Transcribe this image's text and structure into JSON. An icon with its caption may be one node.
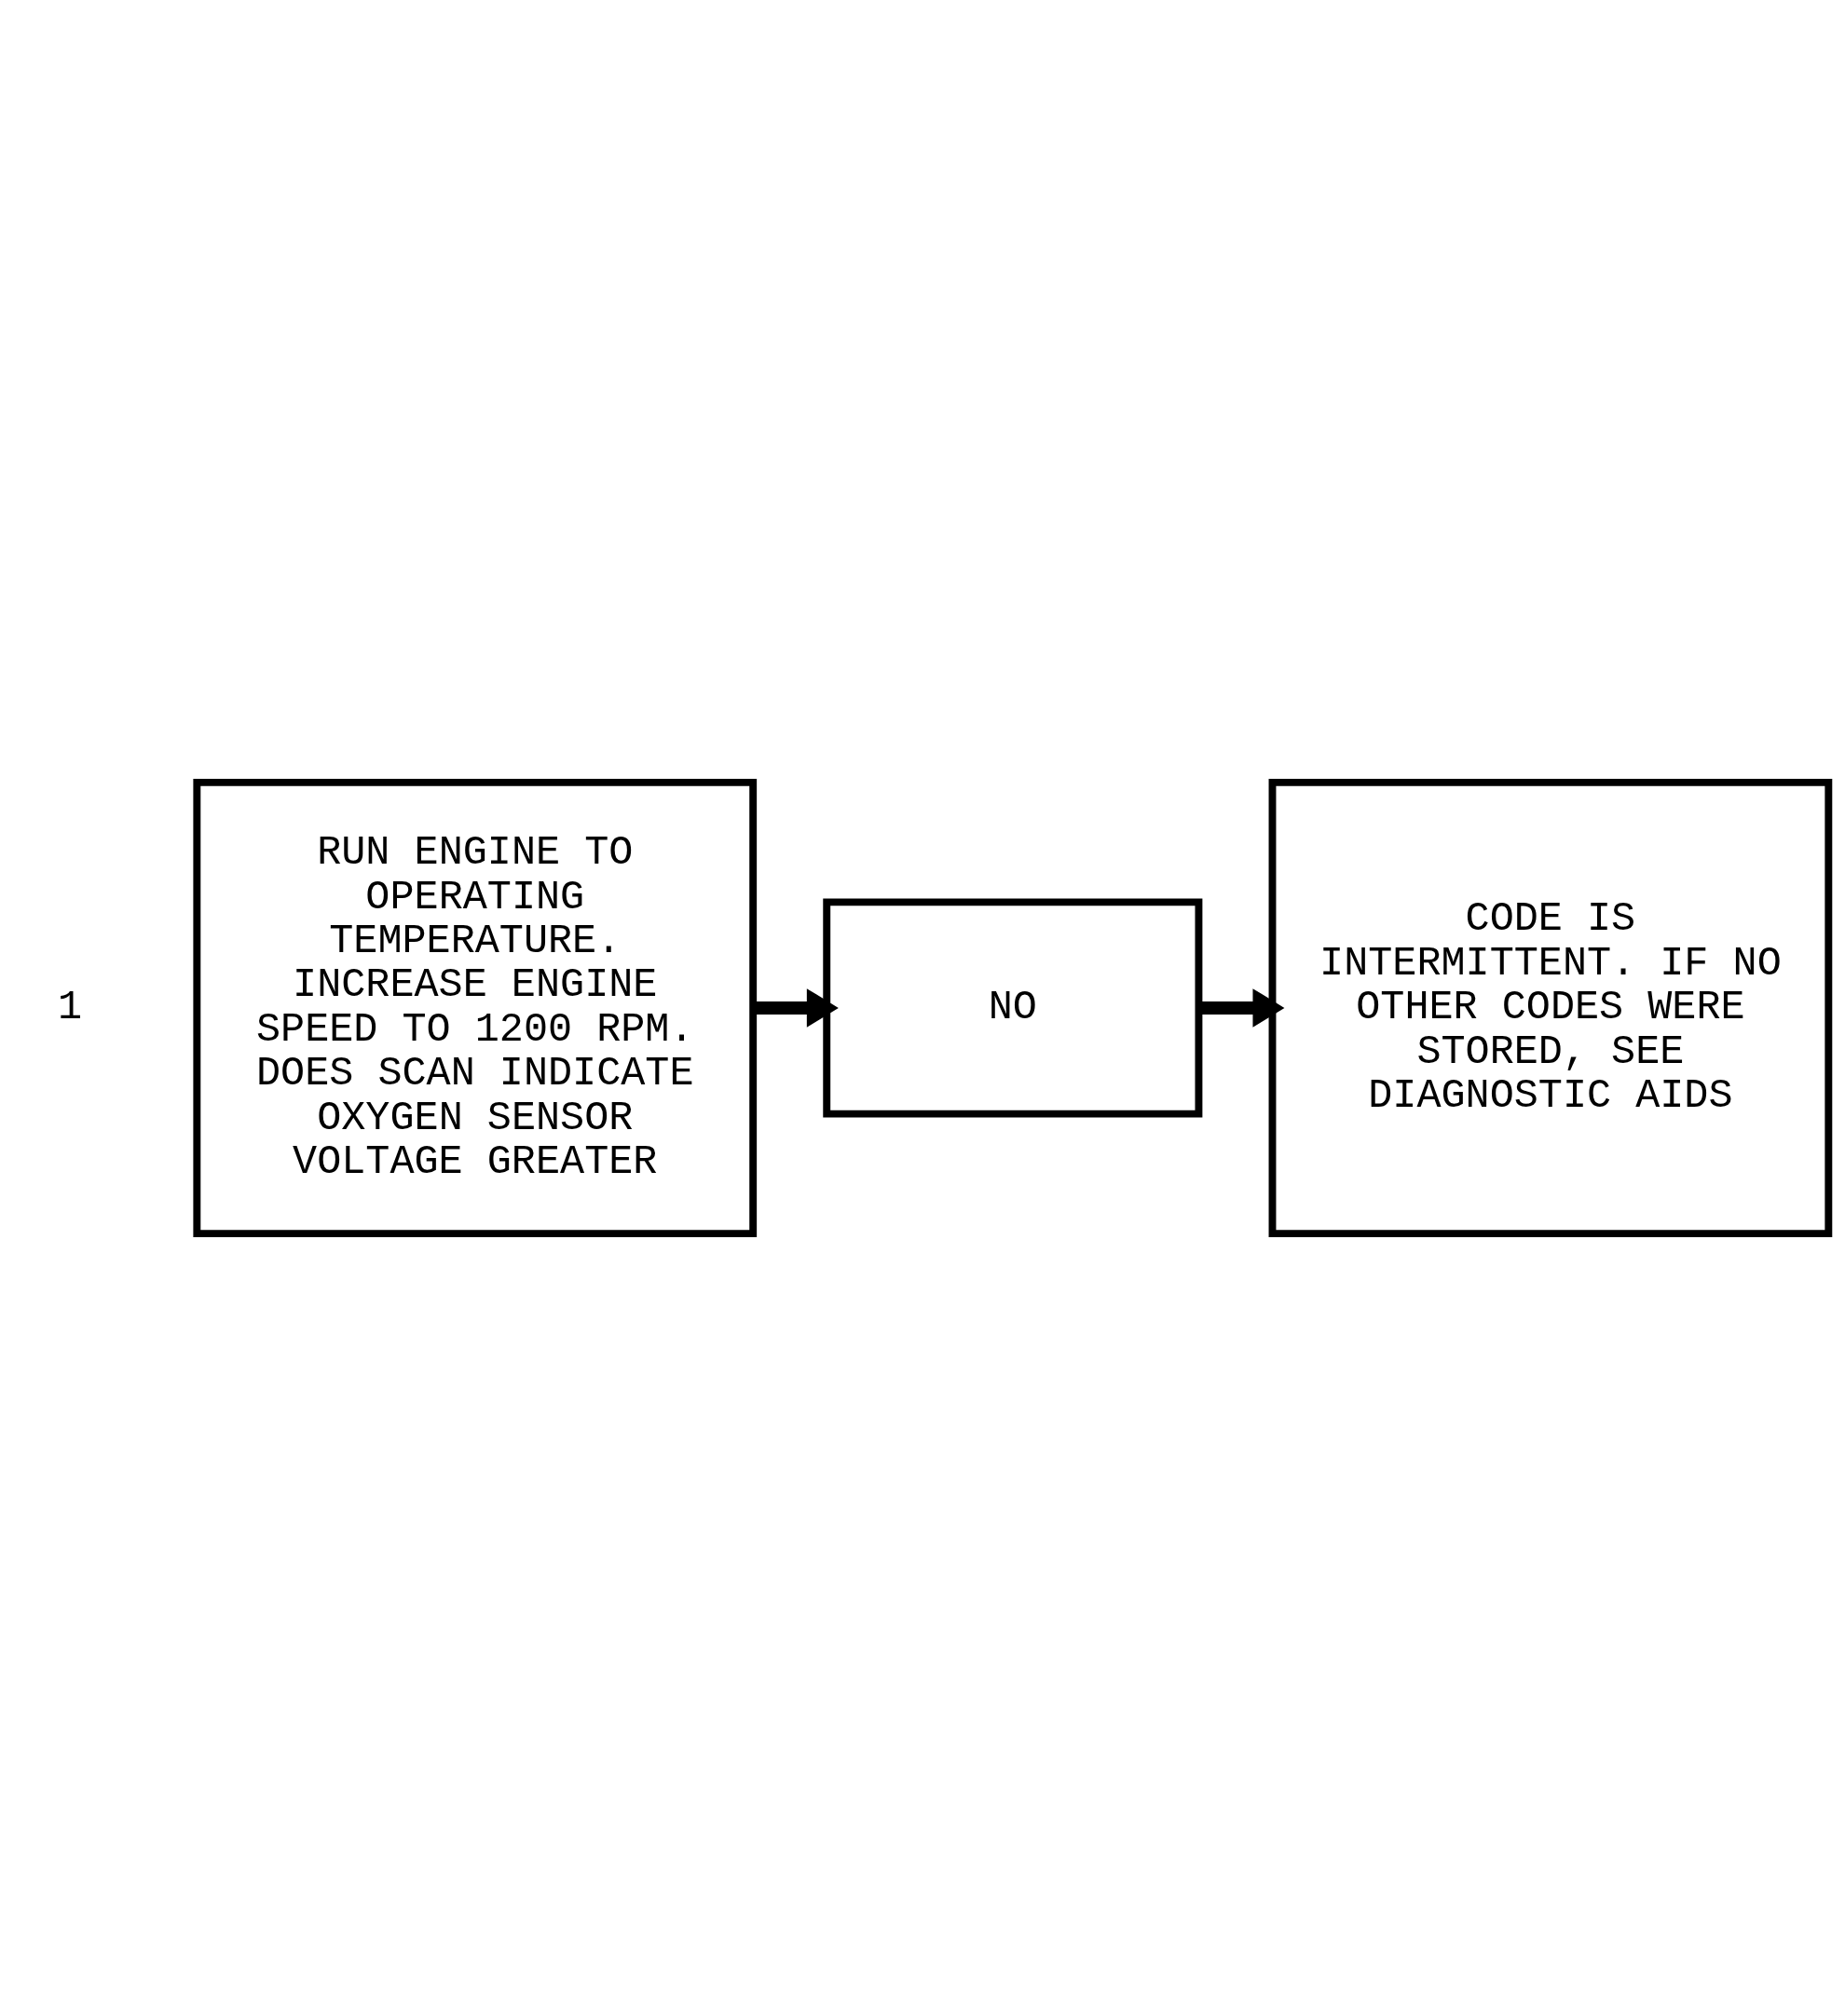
{
  "diagram": {
    "nodes": [
      {
        "text": [
          "RUN ENGINE TO OPERATING TEMPERATURE. INCREASE ENGINE SPEED TO 1200 RPM. DOES SCAN INDICATE OXYGEN SENSOR VOLTAGE GREATER"
        ],
        "beside": [
          "1"
        ]
      },
      {
        "text": [
          "NO"
        ]
      },
      {
        "text": [
          "CODE IS INTERMITTENT. IF NO OTHER CODES WERE STORED, SEE DIAGNOSTIC AIDS"
        ]
      }
    ],
    "edges": [
      {
        "from": 0,
        "to": 1,
        "arrow": "to"
      },
      {
        "from": 1,
        "to": 2,
        "arrow": "to"
      }
    ]
  }
}
